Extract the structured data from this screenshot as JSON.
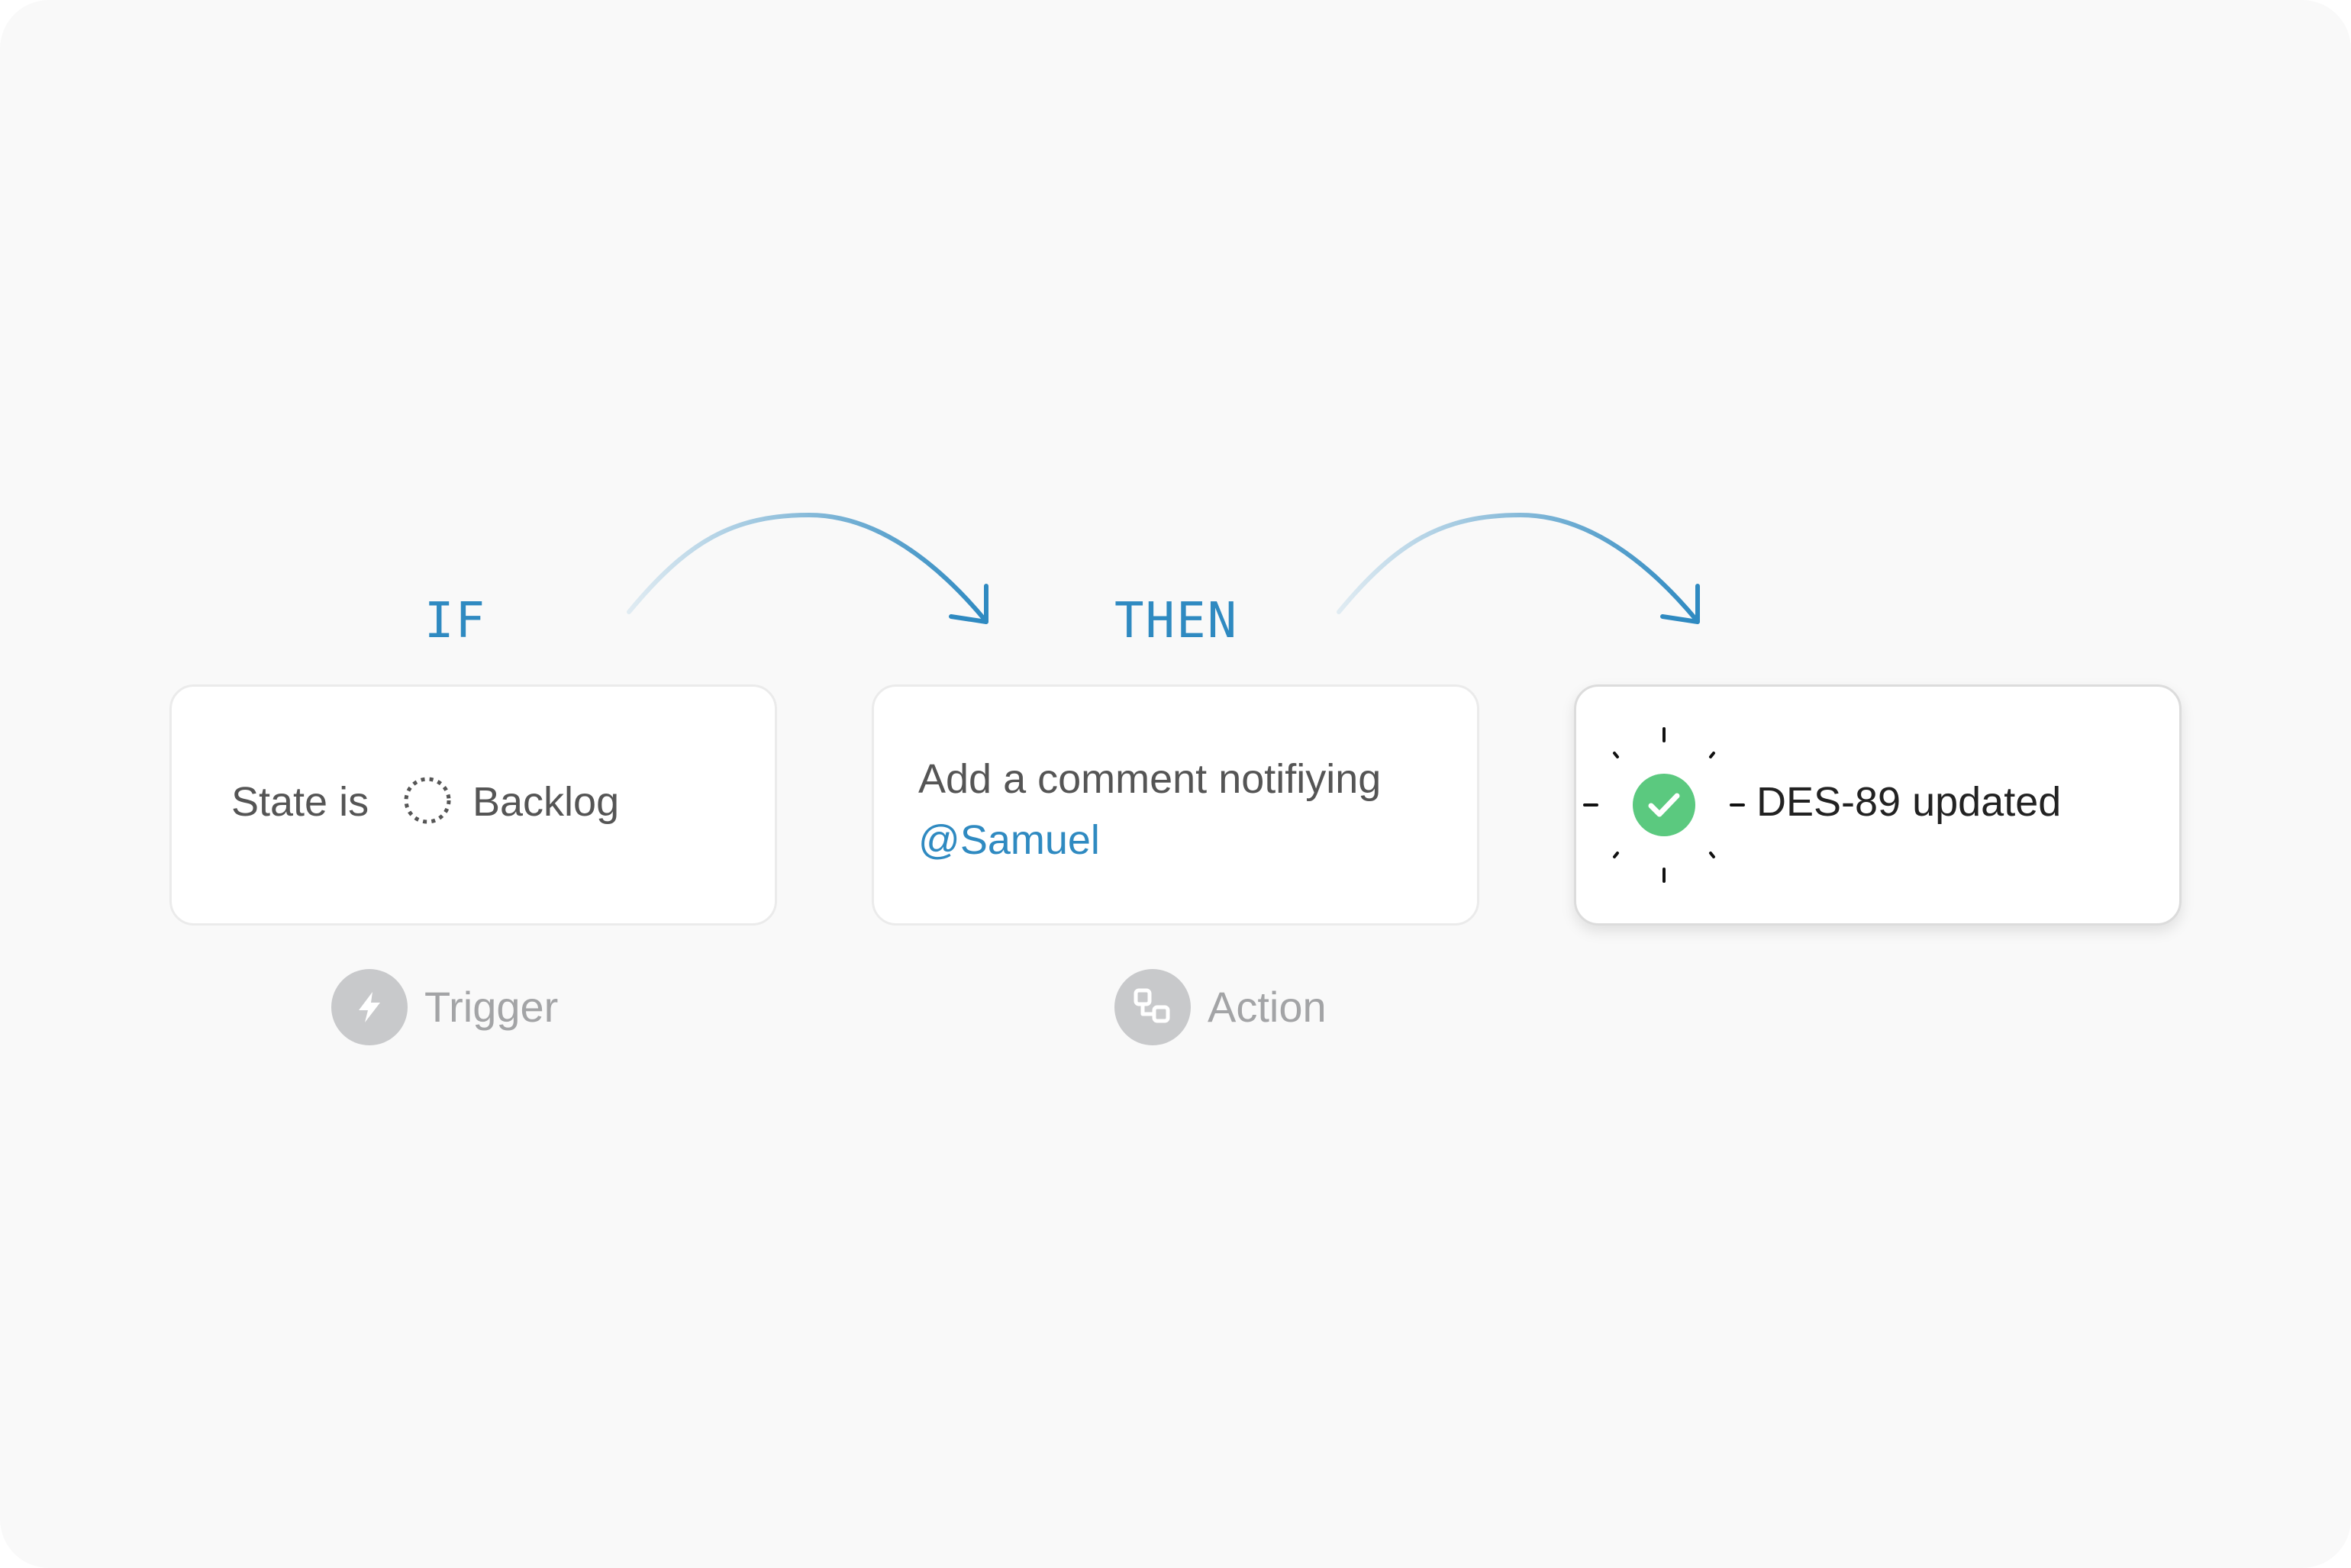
{
  "colors": {
    "accent": "#2f8ac1",
    "success": "#5bc97f",
    "chip_bg": "#c8c9cb",
    "muted_text": "#a3a4a6",
    "card_text": "#555555"
  },
  "flow": {
    "if_label": "IF",
    "then_label": "THEN"
  },
  "trigger_card": {
    "prefix": "State is",
    "status_icon": "backlog-dashed-circle-icon",
    "state": "Backlog"
  },
  "action_card": {
    "line1": "Add a comment notifiying",
    "mention": "@Samuel"
  },
  "result_card": {
    "icon": "check-circle-icon",
    "text": "DES-89 updated"
  },
  "trigger_chip": {
    "icon": "lightning-icon",
    "label": "Trigger"
  },
  "action_chip": {
    "icon": "action-blocks-icon",
    "label": "Action"
  }
}
